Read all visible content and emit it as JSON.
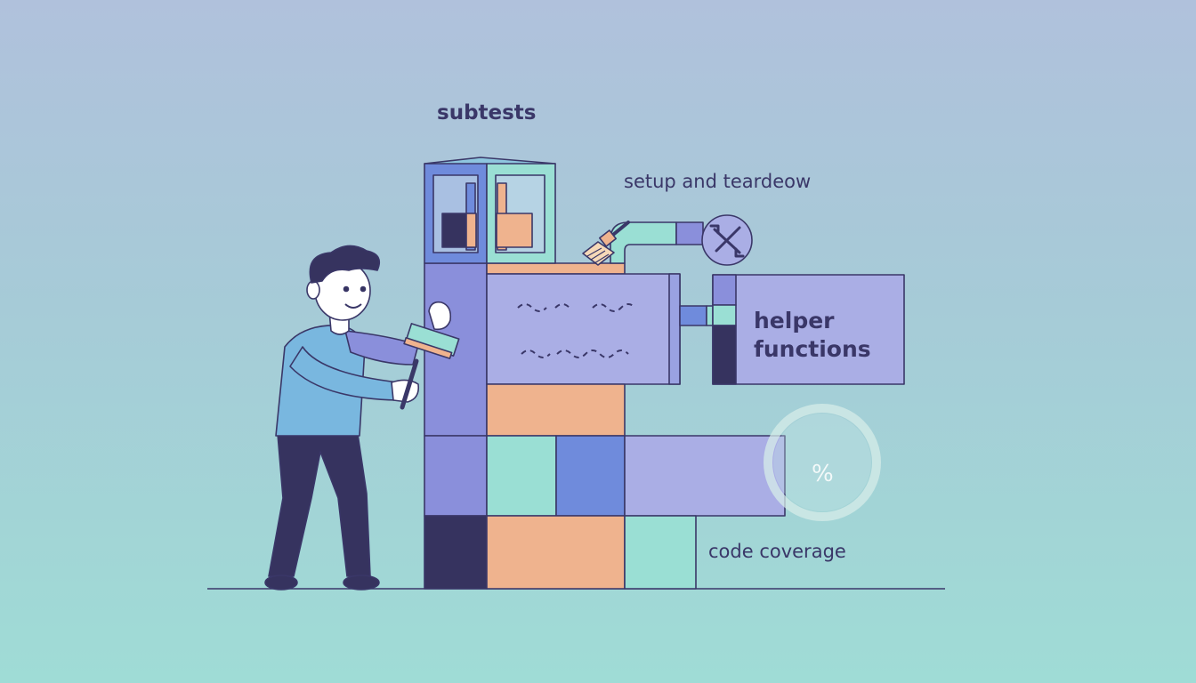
{
  "labels": {
    "subtests": "subtests",
    "setup_teardown": "setup and teardeow",
    "helper_line1": "helper",
    "helper_line2": "functions",
    "code_coverage": "code coverage",
    "coverage_symbol": "%"
  },
  "colors": {
    "background_top": "#b0c1dc",
    "background_bottom": "#9fdcd6",
    "outline": "#3a3768",
    "navy": "#36335f",
    "purple": "#8a8fdb",
    "lavender": "#aaaee5",
    "orange": "#efb38e",
    "mint": "#9adfd4",
    "blue": "#6f8bdc",
    "shirt": "#79b7df"
  },
  "icons": [
    "wrench-screwdriver-icon",
    "paintbrush-icon",
    "progress-ring-icon"
  ]
}
